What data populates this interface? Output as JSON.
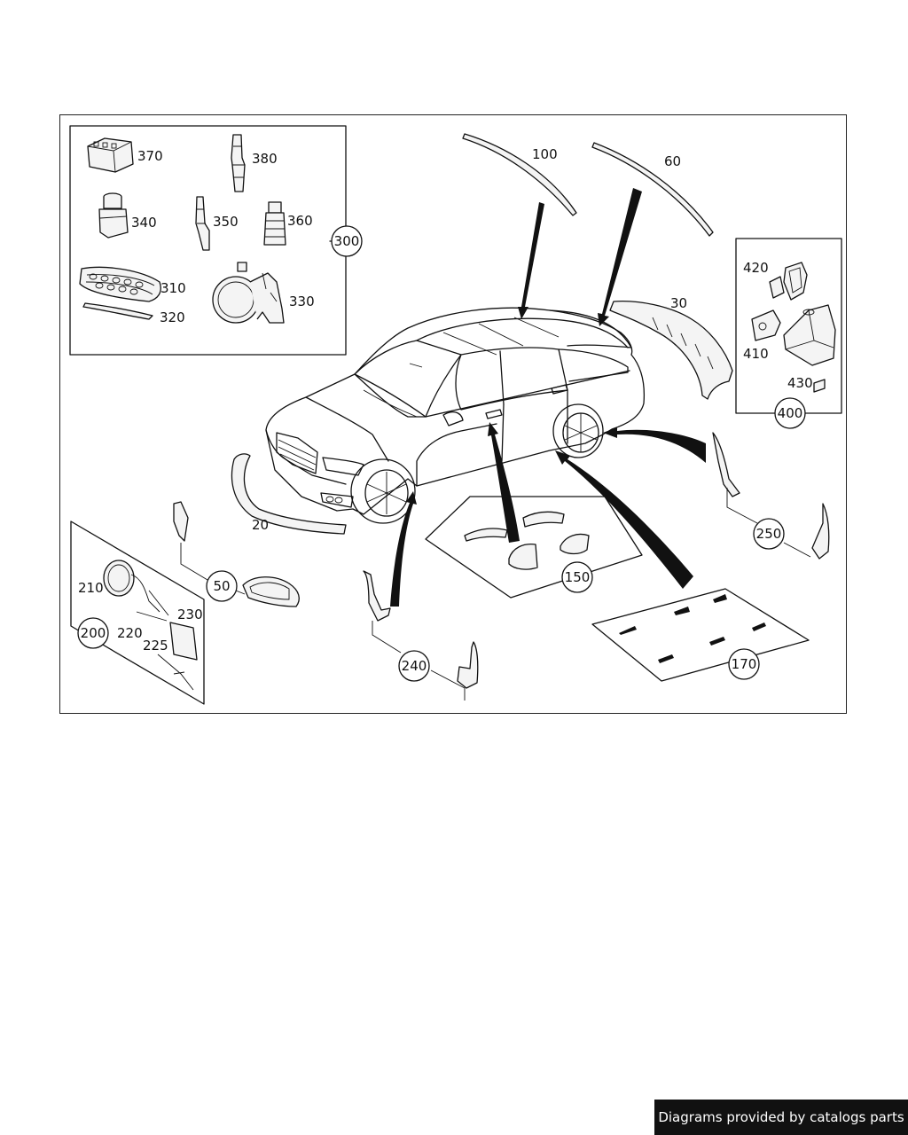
{
  "labels": {
    "p20": "20",
    "p30": "30",
    "p50": "50",
    "p60": "60",
    "p100": "100",
    "p150": "150",
    "p170": "170",
    "p200": "200",
    "p210": "210",
    "p220": "220",
    "p225": "225",
    "p230": "230",
    "p240": "240",
    "p250": "250",
    "p300": "300",
    "p310": "310",
    "p320": "320",
    "p330": "330",
    "p340": "340",
    "p350": "350",
    "p360": "360",
    "p370": "370",
    "p380": "380",
    "p400": "400",
    "p410": "410",
    "p420": "420",
    "p430": "430"
  },
  "footer": {
    "text": "Diagrams provided by catalogs parts"
  },
  "colors": {
    "line": "#111111",
    "background": "#ffffff",
    "banner": "#111111",
    "banner_text": "#ffffff"
  }
}
